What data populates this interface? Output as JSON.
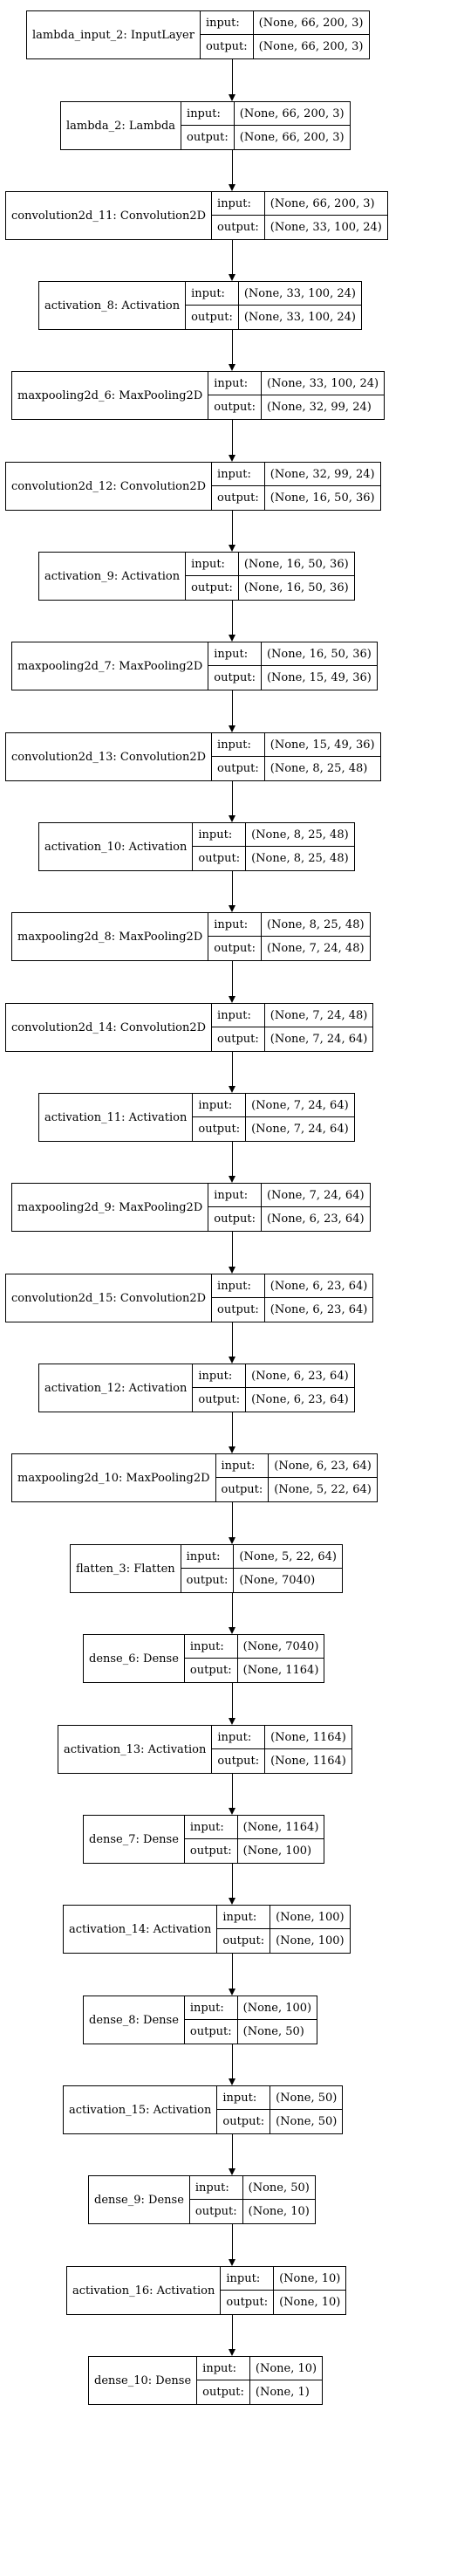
{
  "labels": {
    "input": "input:",
    "output": "output:"
  },
  "layers": [
    {
      "name": "lambda_input_2: InputLayer",
      "input": "(None, 66, 200, 3)",
      "output": "(None, 66, 200, 3)"
    },
    {
      "name": "lambda_2: Lambda",
      "input": "(None, 66, 200, 3)",
      "output": "(None, 66, 200, 3)"
    },
    {
      "name": "convolution2d_11: Convolution2D",
      "input": "(None, 66, 200, 3)",
      "output": "(None, 33, 100, 24)"
    },
    {
      "name": "activation_8: Activation",
      "input": "(None, 33, 100, 24)",
      "output": "(None, 33, 100, 24)"
    },
    {
      "name": "maxpooling2d_6: MaxPooling2D",
      "input": "(None, 33, 100, 24)",
      "output": "(None, 32, 99, 24)"
    },
    {
      "name": "convolution2d_12: Convolution2D",
      "input": "(None, 32, 99, 24)",
      "output": "(None, 16, 50, 36)"
    },
    {
      "name": "activation_9: Activation",
      "input": "(None, 16, 50, 36)",
      "output": "(None, 16, 50, 36)"
    },
    {
      "name": "maxpooling2d_7: MaxPooling2D",
      "input": "(None, 16, 50, 36)",
      "output": "(None, 15, 49, 36)"
    },
    {
      "name": "convolution2d_13: Convolution2D",
      "input": "(None, 15, 49, 36)",
      "output": "(None, 8, 25, 48)"
    },
    {
      "name": "activation_10: Activation",
      "input": "(None, 8, 25, 48)",
      "output": "(None, 8, 25, 48)"
    },
    {
      "name": "maxpooling2d_8: MaxPooling2D",
      "input": "(None, 8, 25, 48)",
      "output": "(None, 7, 24, 48)"
    },
    {
      "name": "convolution2d_14: Convolution2D",
      "input": "(None, 7, 24, 48)",
      "output": "(None, 7, 24, 64)"
    },
    {
      "name": "activation_11: Activation",
      "input": "(None, 7, 24, 64)",
      "output": "(None, 7, 24, 64)"
    },
    {
      "name": "maxpooling2d_9: MaxPooling2D",
      "input": "(None, 7, 24, 64)",
      "output": "(None, 6, 23, 64)"
    },
    {
      "name": "convolution2d_15: Convolution2D",
      "input": "(None, 6, 23, 64)",
      "output": "(None, 6, 23, 64)"
    },
    {
      "name": "activation_12: Activation",
      "input": "(None, 6, 23, 64)",
      "output": "(None, 6, 23, 64)"
    },
    {
      "name": "maxpooling2d_10: MaxPooling2D",
      "input": "(None, 6, 23, 64)",
      "output": "(None, 5, 22, 64)"
    },
    {
      "name": "flatten_3: Flatten",
      "input": "(None, 5, 22, 64)",
      "output": "(None, 7040)"
    },
    {
      "name": "dense_6: Dense",
      "input": "(None, 7040)",
      "output": "(None, 1164)"
    },
    {
      "name": "activation_13: Activation",
      "input": "(None, 1164)",
      "output": "(None, 1164)"
    },
    {
      "name": "dense_7: Dense",
      "input": "(None, 1164)",
      "output": "(None, 100)"
    },
    {
      "name": "activation_14: Activation",
      "input": "(None, 100)",
      "output": "(None, 100)"
    },
    {
      "name": "dense_8: Dense",
      "input": "(None, 100)",
      "output": "(None, 50)"
    },
    {
      "name": "activation_15: Activation",
      "input": "(None, 50)",
      "output": "(None, 50)"
    },
    {
      "name": "dense_9: Dense",
      "input": "(None, 50)",
      "output": "(None, 10)"
    },
    {
      "name": "activation_16: Activation",
      "input": "(None, 10)",
      "output": "(None, 10)"
    },
    {
      "name": "dense_10: Dense",
      "input": "(None, 10)",
      "output": "(None, 1)"
    }
  ]
}
